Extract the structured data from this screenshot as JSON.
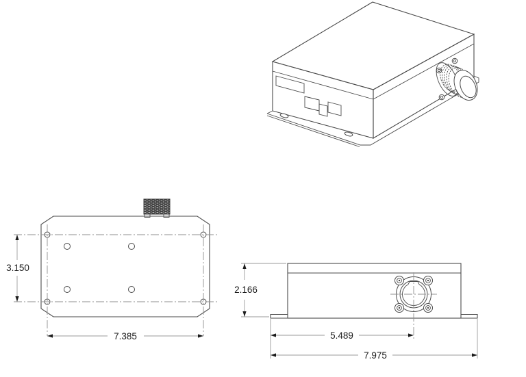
{
  "drawing": {
    "background": "#ffffff",
    "line_color": "#4a4a4a",
    "centerline_color": "#8f8f8f",
    "text_color": "#1c1c1c",
    "top_view": {
      "height_in": "3.150",
      "hole_span_in": "7.385"
    },
    "side_view": {
      "height_in": "2.166",
      "connector_center_in": "5.489",
      "overall_width_in": "7.975"
    }
  }
}
